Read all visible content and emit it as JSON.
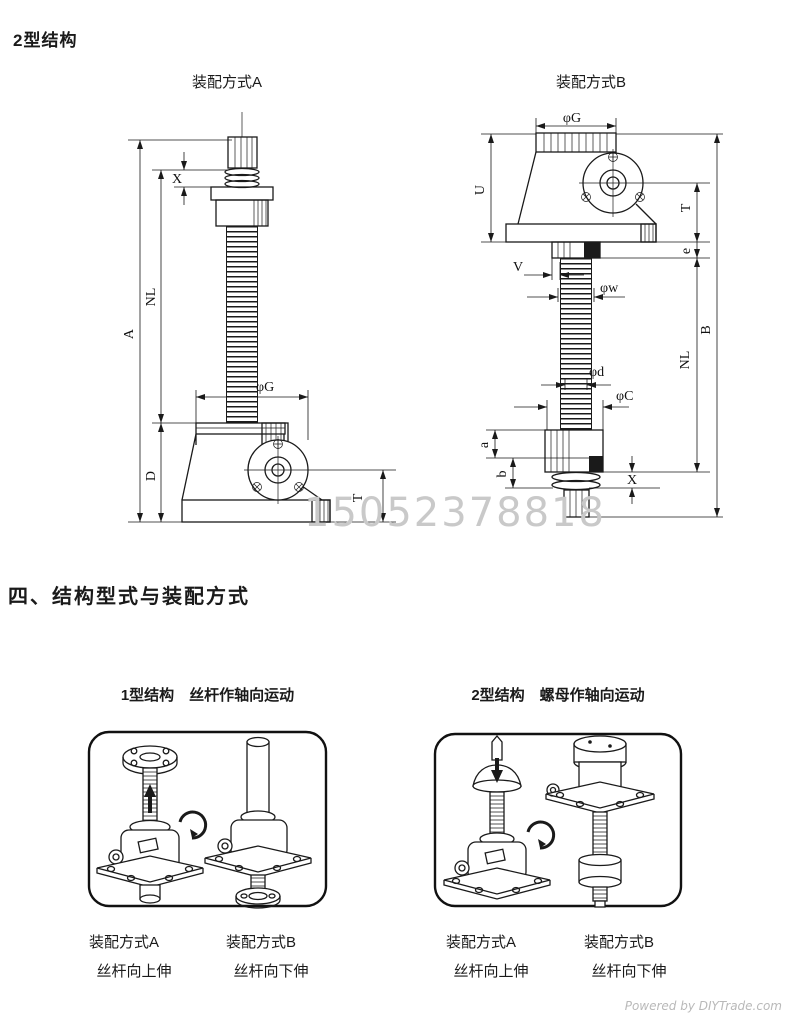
{
  "page": {
    "title_top": "2型结构",
    "section_heading": "四、结构型式与装配方式",
    "watermark": "15052378818",
    "footer_credit": "Powered by DIYTrade.com"
  },
  "assembly_a": {
    "title": "装配方式A",
    "dims": {
      "A": "A",
      "NL": "NL",
      "X": "X",
      "D": "D",
      "G": "φG",
      "T": "T"
    }
  },
  "assembly_b": {
    "title": "装配方式B",
    "dims": {
      "G": "φG",
      "U": "U",
      "T": "T",
      "e": "e",
      "V": "V",
      "W": "φw",
      "d": "φd",
      "C": "φC",
      "NL": "NL",
      "B": "B",
      "a": "a",
      "b": "b",
      "X": "X"
    }
  },
  "type1": {
    "caption": "1型结构　丝杆作轴向运动",
    "method_a": {
      "name": "装配方式A",
      "desc": "丝杆向上伸"
    },
    "method_b": {
      "name": "装配方式B",
      "desc": "丝杆向下伸"
    }
  },
  "type2": {
    "caption": "2型结构　螺母作轴向运动",
    "method_a": {
      "name": "装配方式A",
      "desc": "丝杆向上伸"
    },
    "method_b": {
      "name": "装配方式B",
      "desc": "丝杆向下伸"
    }
  }
}
